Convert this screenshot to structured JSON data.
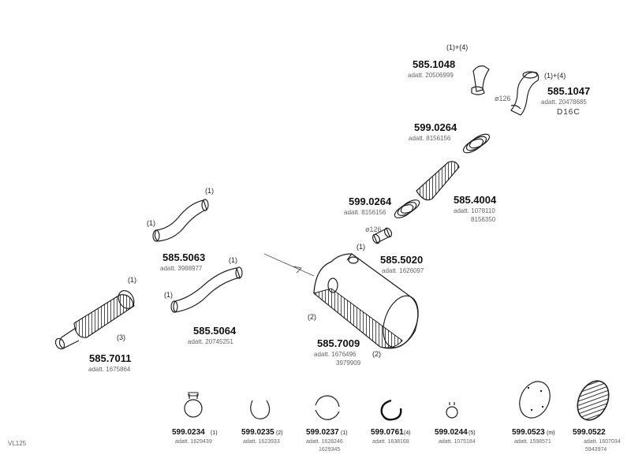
{
  "parts": {
    "p1048": {
      "number": "585.1048",
      "ref": "adatt. 20506999",
      "qty": "(1)+(4)"
    },
    "p1047": {
      "number": "585.1047",
      "ref": "adatt. 20478685",
      "qty": "(1)+(4)",
      "engine": "D16C",
      "diameter": "ø126"
    },
    "p0264a": {
      "number": "599.0264",
      "ref": "adatt. 8156156"
    },
    "p0264b": {
      "number": "599.0264",
      "ref": "adatt. 8156156"
    },
    "p4004": {
      "number": "585.4004",
      "ref": "adatt. 1078110",
      "ref2": "8156350"
    },
    "p5020": {
      "number": "585.5020",
      "ref": "adatt. 1626097",
      "qty": "(1)",
      "diameter": "ø126"
    },
    "p5063": {
      "number": "585.5063",
      "ref": "adatt. 3988977",
      "qty1": "(1)",
      "qty2": "(1)"
    },
    "p5064": {
      "number": "585.5064",
      "ref": "adatt. 20745251",
      "qty1": "(1)",
      "qty2": "(1)"
    },
    "p7011": {
      "number": "585.7011",
      "ref": "adatt. 1675864",
      "qty1": "(1)",
      "qty3": "(3)"
    },
    "p7009": {
      "number": "585.7009",
      "ref": "adatt. 1676496",
      "ref2": "3979909",
      "qty_left": "(2)",
      "qty_right": "(2)"
    }
  },
  "small_parts": [
    {
      "number": "599.0234",
      "qty": "(1)",
      "ref": "adatt. 1629439"
    },
    {
      "number": "599.0235",
      "qty": "(2)",
      "ref": "adatt. 1623933"
    },
    {
      "number": "599.0237",
      "qty": "(1)",
      "ref": "adatt. 1628246",
      "ref2": "1629345"
    },
    {
      "number": "599.0761",
      "qty": "(4)",
      "ref": "adatt. 1638168"
    },
    {
      "number": "599.0244",
      "qty": "(5)",
      "ref": "adatt. 1075184"
    },
    {
      "number": "599.0523",
      "qty": "(m)",
      "ref": "adatt. 1598571"
    },
    {
      "number": "599.0522",
      "qty": "",
      "ref": "adatt. 1607034",
      "ref2": "5943974"
    }
  ],
  "corner_label": "VL125"
}
